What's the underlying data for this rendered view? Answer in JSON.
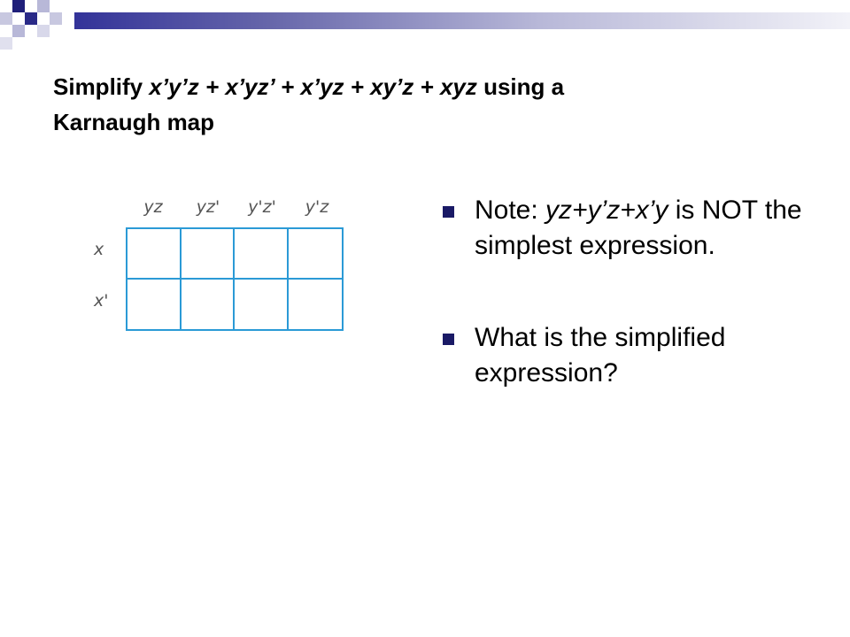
{
  "title": {
    "prefix": "Simplify ",
    "expression": "x’y’z + x’yz’ + x’yz + xy’z + xyz",
    "suffix_line1": " using a",
    "line2": "Karnaugh map"
  },
  "kmap": {
    "columns": [
      "yz",
      "yz'",
      "y'z'",
      "y'z"
    ],
    "rows": [
      "x",
      "x'"
    ],
    "grid_color": "#2b9ad6"
  },
  "bullets": [
    {
      "prefix": "Note:  ",
      "expression": "yz+y’z+x’y",
      "suffix": " is NOT the simplest expression."
    },
    {
      "text": "What is the simplified expression?"
    }
  ],
  "colors": {
    "accent": "#333399",
    "bullet": "#1a1a66"
  }
}
